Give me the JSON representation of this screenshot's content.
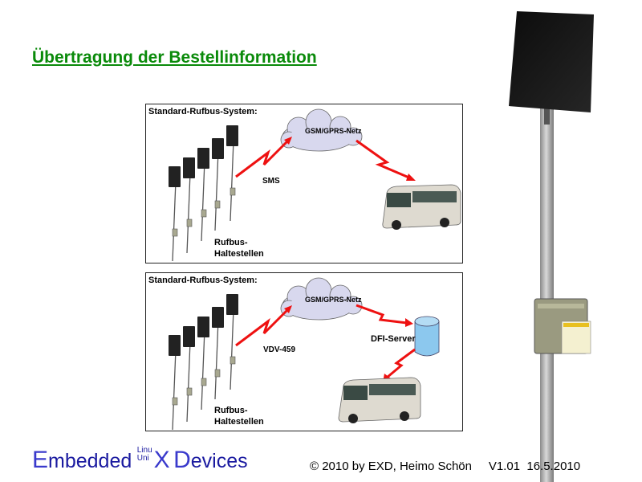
{
  "title": "Übertragung der Bestellinformation",
  "panel1": {
    "heading": "Standard-Rufbus-System:",
    "cloud": "GSM/GPRS-Netz",
    "link": "SMS",
    "stops": [
      "Rufbus-",
      "Haltestellen"
    ]
  },
  "panel2": {
    "heading": "Standard-Rufbus-System:",
    "cloud": "GSM/GPRS-Netz",
    "link": "VDV-459",
    "server": "DFI-Server",
    "stops": [
      "Rufbus-",
      "Haltestellen"
    ]
  },
  "logo": {
    "e": "E",
    "mbedded": "mbedded",
    "linu": "Linu",
    "uni": "Uni",
    "x": "X",
    "d": "D",
    "evices": "evices"
  },
  "footer": "© 2010 by EXD, Heimo Schön     V1.01  16.5.2010",
  "colors": {
    "title": "#0a8a0a",
    "arrow": "#ee1111",
    "cloud": "#d8d8ee",
    "server": "#8cc8ee",
    "logo": "#1a1aa0"
  }
}
